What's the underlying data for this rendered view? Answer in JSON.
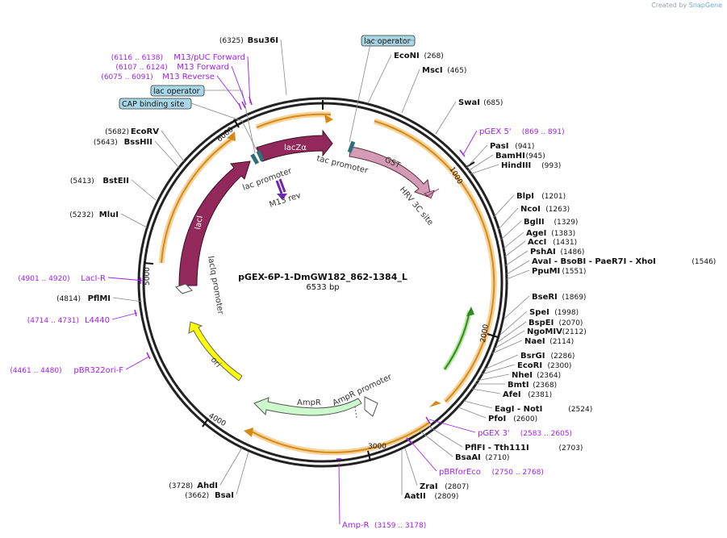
{
  "credit": {
    "prefix": "Created by",
    "brand": "SnapGene"
  },
  "plasmid": {
    "name": "pGEX-6P-1-DmGW182_862-1384_L",
    "size": "6533 bp"
  },
  "colors": {
    "primer": "#a020f0",
    "feature_purple": "#93285a",
    "gst": "#d49bb5",
    "ori": "#ffff00",
    "ampr": "#cdfacc",
    "tag_blue": "#a8d8e8",
    "orange": "#f0a030",
    "green": "#2e8b20"
  },
  "ticks": [
    "1000",
    "2000",
    "3000",
    "4000",
    "5000",
    "6000"
  ],
  "labels_on_map": {
    "lacZa": "lacZα",
    "lacI": "lacI",
    "GST": "GST",
    "HRV": "HRV 3C site",
    "tac": "tac promoter",
    "lacpromoter": "lac promoter",
    "m13rev": "M13 rev",
    "laciq": "lacIq promoter",
    "ori": "ori",
    "AmpR": "AmpR",
    "AmpRpro": "AmpR promoter"
  },
  "tags": [
    {
      "text": "lac operator"
    },
    {
      "text": "lac operator"
    },
    {
      "text": "CAP binding site"
    }
  ],
  "sites_left": [
    {
      "pos": "(6325)",
      "name": "Bsu36I"
    },
    {
      "pos": "(5682)",
      "name": "EcoRV"
    },
    {
      "pos": "(5643)",
      "name": "BssHII"
    },
    {
      "pos": "(5413)",
      "name": "BstEII"
    },
    {
      "pos": "(5232)",
      "name": "MluI"
    },
    {
      "pos": "(4814)",
      "name": "PflMI"
    },
    {
      "pos": "(3728)",
      "name": "AhdI"
    },
    {
      "pos": "(3662)",
      "name": "BsaI"
    }
  ],
  "sites_right": [
    {
      "name": "EcoNI",
      "pos": "(268)"
    },
    {
      "name": "MscI",
      "pos": "(465)"
    },
    {
      "name": "SwaI",
      "pos": "(685)"
    },
    {
      "name": "PasI",
      "pos": "(941)"
    },
    {
      "name": "BamHI",
      "pos": "(945)"
    },
    {
      "name": "HindIII",
      "pos": "(993)"
    },
    {
      "name": "BlpI",
      "pos": "(1201)"
    },
    {
      "name": "NcoI",
      "pos": "(1263)"
    },
    {
      "name": "BglII",
      "pos": "(1329)"
    },
    {
      "name": "AgeI",
      "pos": "(1383)"
    },
    {
      "name": "AccI",
      "pos": "(1431)"
    },
    {
      "name": "PshAI",
      "pos": "(1486)"
    },
    {
      "name": "AvaI   - BsoBI   - PaeR7I   - XhoI",
      "pos": "(1546)"
    },
    {
      "name": "PpuMI",
      "pos": "(1551)"
    },
    {
      "name": "BseRI",
      "pos": "(1869)"
    },
    {
      "name": "SpeI",
      "pos": "(1998)"
    },
    {
      "name": "BspEI",
      "pos": "(2070)"
    },
    {
      "name": "NgoMIV",
      "pos": "(2112)"
    },
    {
      "name": "NaeI",
      "pos": "(2114)"
    },
    {
      "name": "BsrGI",
      "pos": "(2286)"
    },
    {
      "name": "EcoRI",
      "pos": "(2300)"
    },
    {
      "name": "NheI",
      "pos": "(2364)"
    },
    {
      "name": "BmtI",
      "pos": "(2368)"
    },
    {
      "name": "AfeI",
      "pos": "(2381)"
    },
    {
      "name": "EagI   - NotI",
      "pos": "(2524)"
    },
    {
      "name": "PfoI",
      "pos": "(2600)"
    },
    {
      "name": "PflFI   - Tth111I",
      "pos": "(2703)"
    },
    {
      "name": "BsaAI",
      "pos": "(2710)"
    },
    {
      "name": "ZraI",
      "pos": "(2807)"
    },
    {
      "name": "AatII",
      "pos": "(2809)"
    }
  ],
  "primers": [
    {
      "range": "(6116 .. 6138)",
      "name": "M13/pUC Forward"
    },
    {
      "range": "(6107 .. 6124)",
      "name": "M13 Forward"
    },
    {
      "range": "(6075 .. 6091)",
      "name": "M13 Reverse"
    },
    {
      "range": "(869 .. 891)",
      "name": "pGEX 5'"
    },
    {
      "range": "(4901 .. 4920)",
      "name": "LacI-R"
    },
    {
      "range": "(4714 .. 4731)",
      "name": "L4440"
    },
    {
      "range": "(4461 .. 4480)",
      "name": "pBR322ori-F"
    },
    {
      "range": "(2583 .. 2605)",
      "name": "pGEX 3'"
    },
    {
      "range": "(2750 .. 2768)",
      "name": "pBRforEco"
    },
    {
      "range": "(3159 .. 3178)",
      "name": "Amp-R"
    }
  ]
}
